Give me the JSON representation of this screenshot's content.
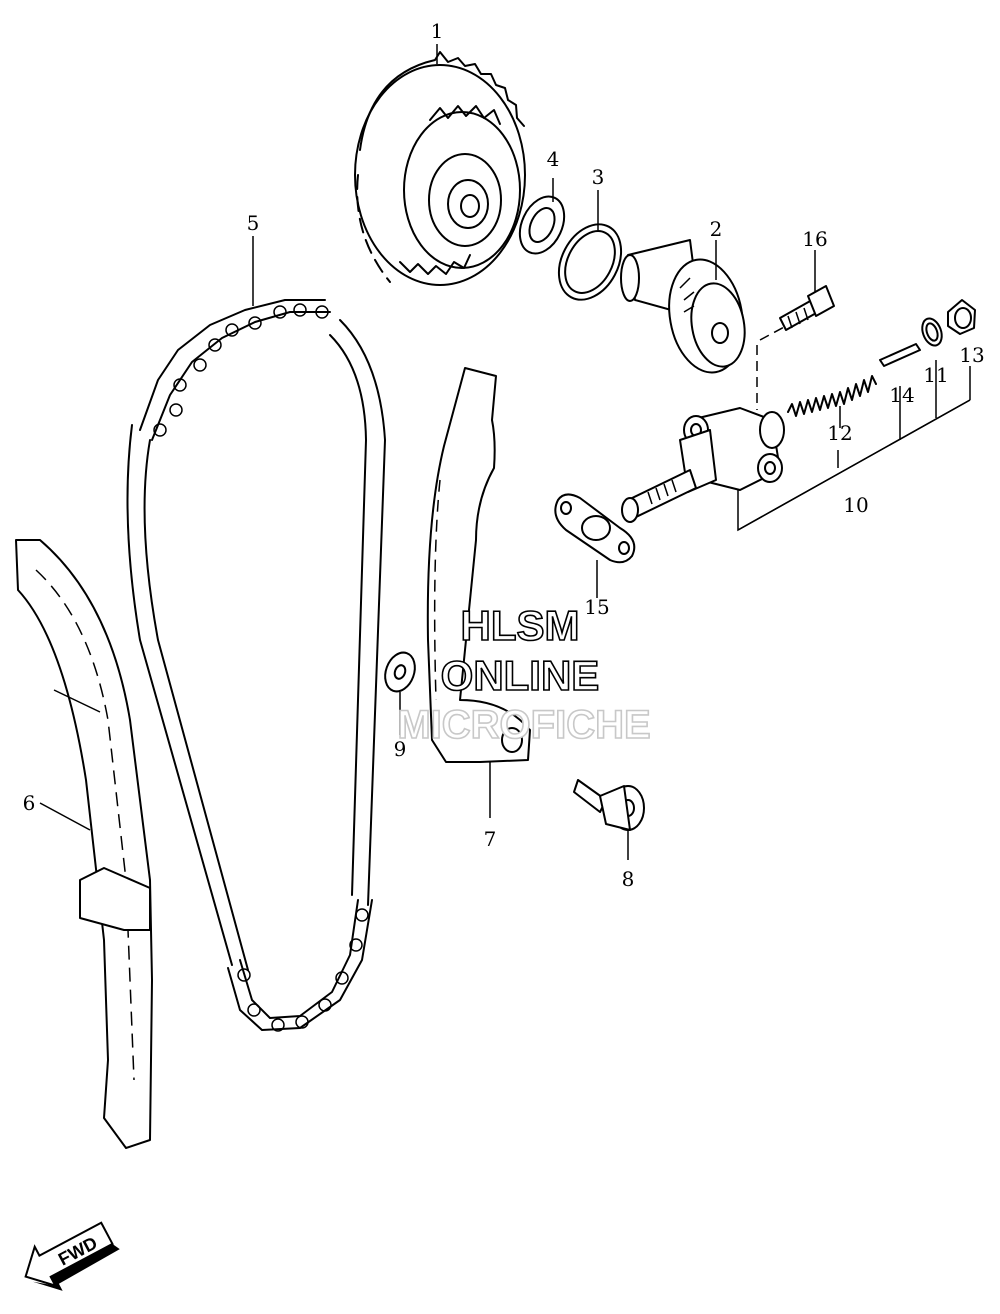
{
  "diagram": {
    "callouts": [
      {
        "id": "1",
        "text": "1"
      },
      {
        "id": "2",
        "text": "2"
      },
      {
        "id": "3",
        "text": "3"
      },
      {
        "id": "4",
        "text": "4"
      },
      {
        "id": "5",
        "text": "5"
      },
      {
        "id": "6",
        "text": "6"
      },
      {
        "id": "7",
        "text": "7"
      },
      {
        "id": "8",
        "text": "8"
      },
      {
        "id": "9",
        "text": "9"
      },
      {
        "id": "10",
        "text": "10"
      },
      {
        "id": "11",
        "text": "11"
      },
      {
        "id": "12",
        "text": "12"
      },
      {
        "id": "13",
        "text": "13"
      },
      {
        "id": "14",
        "text": "14"
      },
      {
        "id": "15",
        "text": "15"
      },
      {
        "id": "16",
        "text": "16"
      }
    ],
    "watermark": {
      "line1": "HLSM",
      "line2": "ONLINE",
      "line3": "MICROFICHE"
    },
    "fwd_label": "FWD"
  }
}
